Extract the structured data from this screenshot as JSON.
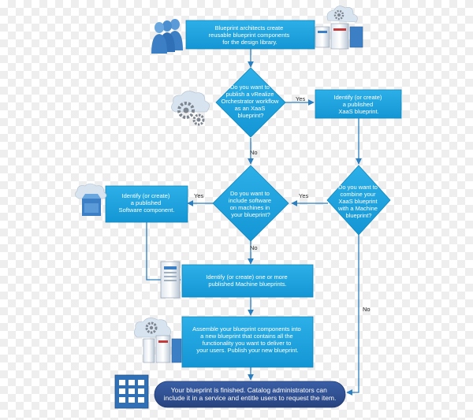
{
  "colors": {
    "box": "#1aa3df",
    "box_border": "#0f86bd",
    "arrow": "#2a7fc0",
    "final": "#2d4f94",
    "icon_blue": "#3d7fc4",
    "cloud": "#d7e3ef",
    "gear": "#7c8590"
  },
  "steps": {
    "start": [
      "Blueprint architects create",
      "reusable blueprint components",
      "for the design library."
    ],
    "q_vro": [
      "Do you want to",
      "publish a vRealize",
      "Orchestrator workflow",
      "as an XaaS",
      "blueprint?"
    ],
    "xaas": [
      "Identify (or create)",
      "a published",
      "XaaS blueprint."
    ],
    "q_software": [
      "Do you want to",
      "include software",
      "on machines in",
      "your blueprint?"
    ],
    "q_combine": [
      "Do you want to",
      "combine your",
      "XaaS blueprint",
      "with a Machine",
      "blueprint?"
    ],
    "software": [
      "Identify (or create)",
      "a published",
      "Software component."
    ],
    "machine": [
      "Identify (or create) one or more",
      "published Machine blueprints."
    ],
    "assemble": [
      "Assemble your blueprint components into",
      "a new blueprint that contains all the",
      "functionality you want to deliver to",
      "your users. Publish your new blueprint."
    ],
    "final": [
      "Your blueprint is finished. Catalog administrators can",
      "include it in a service and entitle users to request the item."
    ]
  },
  "labels": {
    "yes_vro": "Yes",
    "no_vro": "No",
    "yes_combine": "Yes",
    "no_combine": "No",
    "yes_software": "Yes",
    "no_software": "No"
  },
  "icons": {
    "start": "users-icon",
    "start_right": "cloud-server-icon",
    "q_vro": "cloud-gears-icon",
    "software": "cloud-software-icon",
    "machine": "server-tower-icon",
    "assemble": "cloud-server-gears-icon",
    "final": "catalog-building-icon"
  }
}
